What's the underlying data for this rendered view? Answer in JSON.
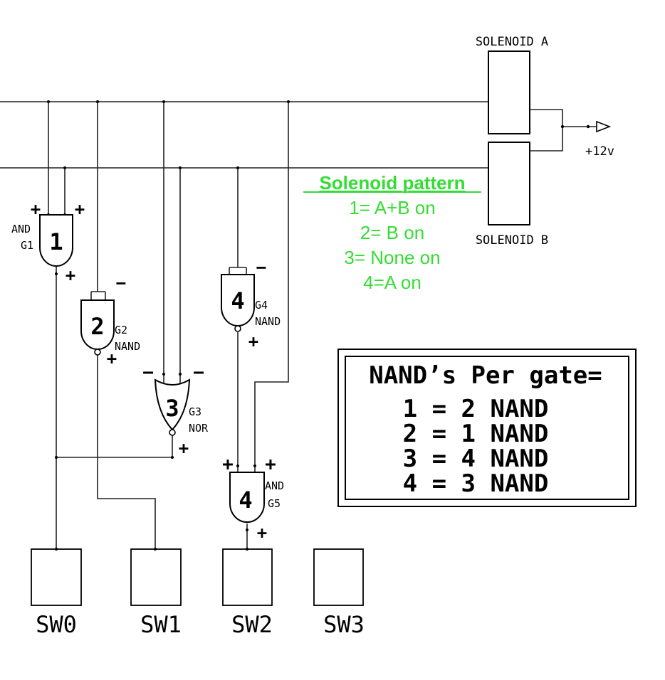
{
  "solenoids": {
    "a_label": "SOLENOID A",
    "b_label": "SOLENOID B",
    "supply_label": "+12v"
  },
  "pattern": {
    "title": "Solenoid pattern",
    "lines": [
      "1= A+B on",
      "2= B on",
      "3= None on",
      "4=A on"
    ],
    "color": "#33dd33"
  },
  "gates": {
    "g1": {
      "number": "1",
      "type": "AND",
      "id": "G1"
    },
    "g2": {
      "number": "2",
      "type": "NAND",
      "id": "G2"
    },
    "g3": {
      "number": "3",
      "type": "NOR",
      "id": "G3"
    },
    "g4": {
      "number": "4",
      "type": "NAND",
      "id": "G4"
    },
    "g5": {
      "number": "4",
      "type": "AND",
      "id": "G5"
    }
  },
  "nand_box": {
    "title": "NAND’s Per gate=",
    "rows": [
      "1 = 2 NAND",
      "2 = 1 NAND",
      "3 = 4 NAND",
      "4 = 3 NAND"
    ]
  },
  "switches": [
    "SW0",
    "SW1",
    "SW2",
    "SW3"
  ],
  "signs": {
    "plus": "+",
    "minus": "−"
  }
}
